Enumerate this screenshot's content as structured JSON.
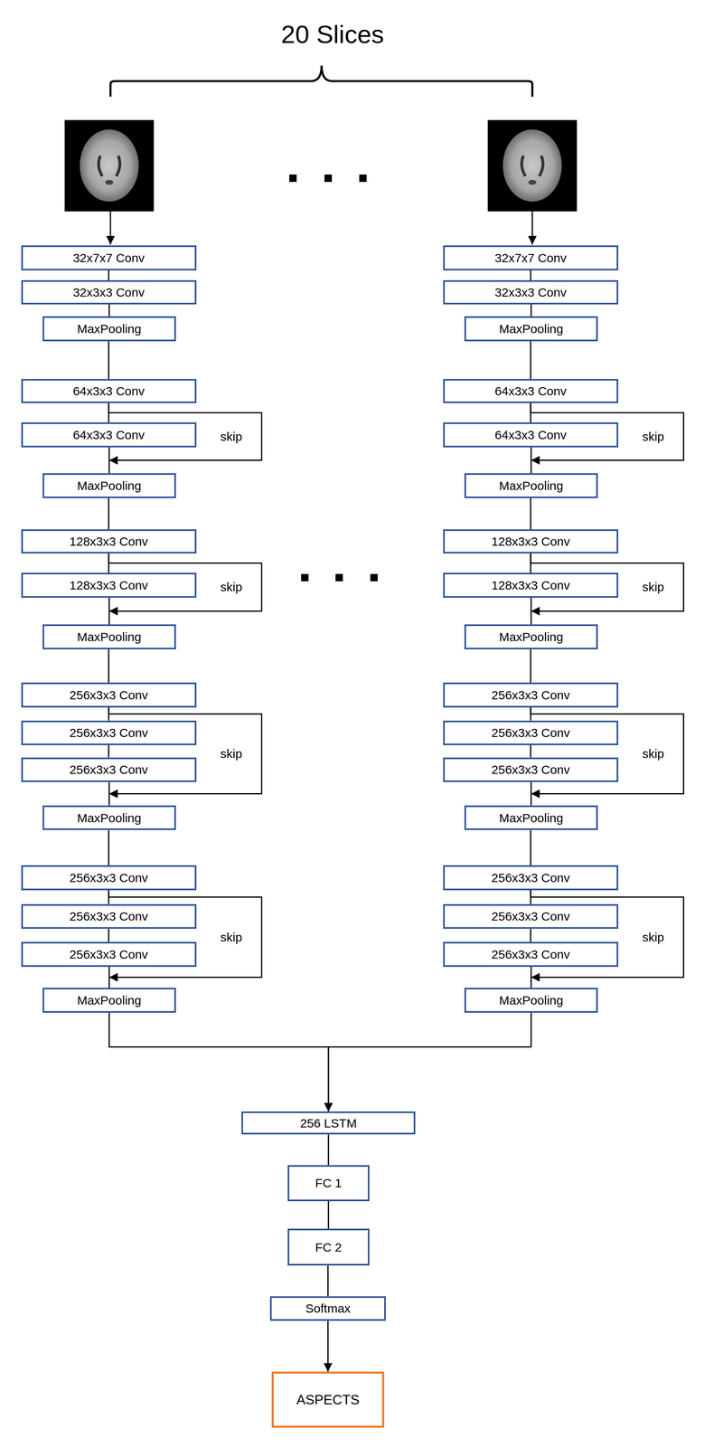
{
  "diagram": {
    "nodes": [
      {
        "text": [
          "32x7x7 Conv"
        ]
      },
      {
        "text": [
          "32x3x3 Conv"
        ]
      },
      {
        "text": [
          "MaxPooling"
        ]
      },
      {
        "text": [
          "64x3x3 Conv"
        ]
      },
      {
        "text": [
          "64x3x3 Conv"
        ]
      },
      {
        "text": [
          "MaxPooling"
        ]
      },
      {
        "text": [
          "128x3x3 Conv"
        ]
      },
      {
        "text": [
          "128x3x3 Conv"
        ]
      },
      {
        "text": [
          "MaxPooling"
        ]
      },
      {
        "text": [
          "256x3x3 Conv"
        ]
      },
      {
        "text": [
          "256x3x3 Conv"
        ]
      },
      {
        "text": [
          "256x3x3 Conv"
        ]
      },
      {
        "text": [
          "MaxPooling"
        ]
      },
      {
        "text": [
          "256x3x3 Conv"
        ]
      },
      {
        "text": [
          "256x3x3 Conv"
        ]
      },
      {
        "text": [
          "256x3x3 Conv"
        ]
      },
      {
        "text": [
          "MaxPooling"
        ]
      },
      {
        "text": [
          "32x7x7 Conv"
        ]
      },
      {
        "text": [
          "32x3x3 Conv"
        ]
      },
      {
        "text": [
          "MaxPooling"
        ]
      },
      {
        "text": [
          "64x3x3 Conv"
        ]
      },
      {
        "text": [
          "64x3x3 Conv"
        ]
      },
      {
        "text": [
          "MaxPooling"
        ]
      },
      {
        "text": [
          "128x3x3 Conv"
        ]
      },
      {
        "text": [
          "128x3x3 Conv"
        ]
      },
      {
        "text": [
          "MaxPooling"
        ]
      },
      {
        "text": [
          "256x3x3 Conv"
        ]
      },
      {
        "text": [
          "256x3x3 Conv"
        ]
      },
      {
        "text": [
          "256x3x3 Conv"
        ]
      },
      {
        "text": [
          "MaxPooling"
        ]
      },
      {
        "text": [
          "256x3x3 Conv"
        ]
      },
      {
        "text": [
          "256x3x3 Conv"
        ]
      },
      {
        "text": [
          "256x3x3 Conv"
        ]
      },
      {
        "text": [
          "MaxPooling"
        ]
      },
      {
        "text": [
          "256 LSTM"
        ]
      },
      {
        "text": [
          "FC 1"
        ]
      },
      {
        "text": [
          "FC 2"
        ]
      },
      {
        "text": [
          "Softmax"
        ]
      },
      {
        "text": [
          "ASPECTS"
        ]
      }
    ],
    "edges": [
      {
        "from": 0,
        "to": 1,
        "arrow": "none"
      },
      {
        "from": 1,
        "to": 2,
        "arrow": "none"
      },
      {
        "from": 2,
        "to": 3,
        "arrow": "none"
      },
      {
        "from": 3,
        "to": 4,
        "arrow": "none"
      },
      {
        "from": 4,
        "to": 5,
        "arrow": "none"
      },
      {
        "from": 5,
        "to": 6,
        "arrow": "none"
      },
      {
        "from": 6,
        "to": 7,
        "arrow": "none"
      },
      {
        "from": 7,
        "to": 8,
        "arrow": "none"
      },
      {
        "from": 8,
        "to": 9,
        "arrow": "none"
      },
      {
        "from": 9,
        "to": 10,
        "arrow": "none"
      },
      {
        "from": 10,
        "to": 11,
        "arrow": "none"
      },
      {
        "from": 11,
        "to": 12,
        "arrow": "none"
      },
      {
        "from": 12,
        "to": 13,
        "arrow": "none"
      },
      {
        "from": 13,
        "to": 14,
        "arrow": "none"
      },
      {
        "from": 14,
        "to": 15,
        "arrow": "none"
      },
      {
        "from": 15,
        "to": 16,
        "arrow": "none"
      },
      {
        "from": 3,
        "to": 5,
        "arrow": "to",
        "label": "skip"
      },
      {
        "from": 6,
        "to": 8,
        "arrow": "to",
        "label": "skip"
      },
      {
        "from": 9,
        "to": 12,
        "arrow": "to",
        "label": "skip"
      },
      {
        "from": 13,
        "to": 16,
        "arrow": "to",
        "label": "skip"
      },
      {
        "from": 17,
        "to": 18,
        "arrow": "none"
      },
      {
        "from": 18,
        "to": 19,
        "arrow": "none"
      },
      {
        "from": 19,
        "to": 20,
        "arrow": "none"
      },
      {
        "from": 20,
        "to": 21,
        "arrow": "none"
      },
      {
        "from": 21,
        "to": 22,
        "arrow": "none"
      },
      {
        "from": 22,
        "to": 23,
        "arrow": "none"
      },
      {
        "from": 23,
        "to": 24,
        "arrow": "none"
      },
      {
        "from": 24,
        "to": 25,
        "arrow": "none"
      },
      {
        "from": 25,
        "to": 26,
        "arrow": "none"
      },
      {
        "from": 26,
        "to": 27,
        "arrow": "none"
      },
      {
        "from": 27,
        "to": 28,
        "arrow": "none"
      },
      {
        "from": 28,
        "to": 29,
        "arrow": "none"
      },
      {
        "from": 29,
        "to": 30,
        "arrow": "none"
      },
      {
        "from": 30,
        "to": 31,
        "arrow": "none"
      },
      {
        "from": 31,
        "to": 32,
        "arrow": "none"
      },
      {
        "from": 32,
        "to": 33,
        "arrow": "none"
      },
      {
        "from": 20,
        "to": 22,
        "arrow": "to",
        "label": "skip"
      },
      {
        "from": 23,
        "to": 25,
        "arrow": "to",
        "label": "skip"
      },
      {
        "from": 26,
        "to": 29,
        "arrow": "to",
        "label": "skip"
      },
      {
        "from": 30,
        "to": 33,
        "arrow": "to",
        "label": "skip"
      },
      {
        "from": 16,
        "to": 34,
        "arrow": "to"
      },
      {
        "from": 33,
        "to": 34,
        "arrow": "to"
      },
      {
        "from": 34,
        "to": 35,
        "arrow": "none"
      },
      {
        "from": 35,
        "to": 36,
        "arrow": "none"
      },
      {
        "from": 36,
        "to": 37,
        "arrow": "none"
      },
      {
        "from": 37,
        "to": 38,
        "arrow": "to"
      }
    ],
    "labels": [
      "20 Slices"
    ]
  }
}
